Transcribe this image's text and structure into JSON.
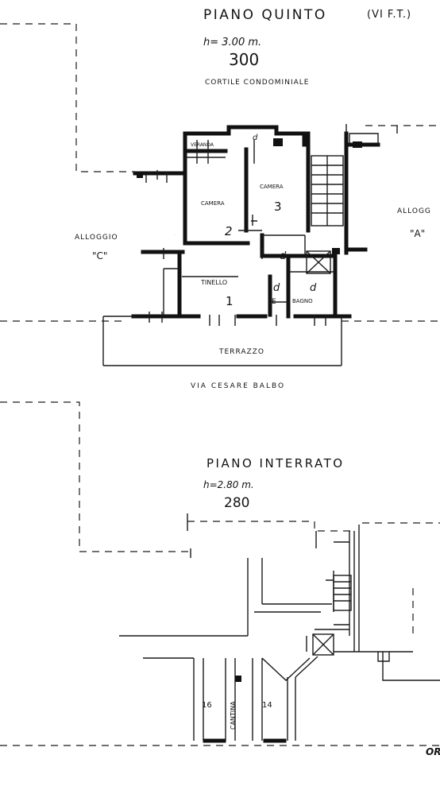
{
  "upper_floor": {
    "title": "PIANO QUINTO",
    "title_note": "(VI F.T.)",
    "height_note": "h= 3.00 m.",
    "height_value": "300",
    "courtyard_label": "CORTILE CONDOMINIALE",
    "unit_c_label": "ALLOGGIO",
    "unit_c_letter": "\"C\"",
    "unit_a_label": "ALLOGG",
    "unit_a_letter": "\"A\"",
    "street_label": "VIA CESARE BALBO",
    "rooms": [
      {
        "name": "VERANDA",
        "number": ""
      },
      {
        "name": "CAMERA",
        "number": "2"
      },
      {
        "name": "CAMERA",
        "number": "3"
      },
      {
        "name": "TINELLO",
        "number": "1"
      },
      {
        "name": "BAGNO",
        "number": ""
      },
      {
        "name": "TERRAZZO",
        "number": ""
      }
    ],
    "marks": [
      "d",
      "d",
      "d",
      "d",
      "d",
      "E"
    ]
  },
  "lower_floor": {
    "title": "PIANO INTERRATO",
    "height_note": "h=2.80 m.",
    "height_value": "280",
    "cellar_label": "CANTINA",
    "cellar_numbers": [
      "16",
      "14"
    ],
    "corner_text": "OR"
  }
}
